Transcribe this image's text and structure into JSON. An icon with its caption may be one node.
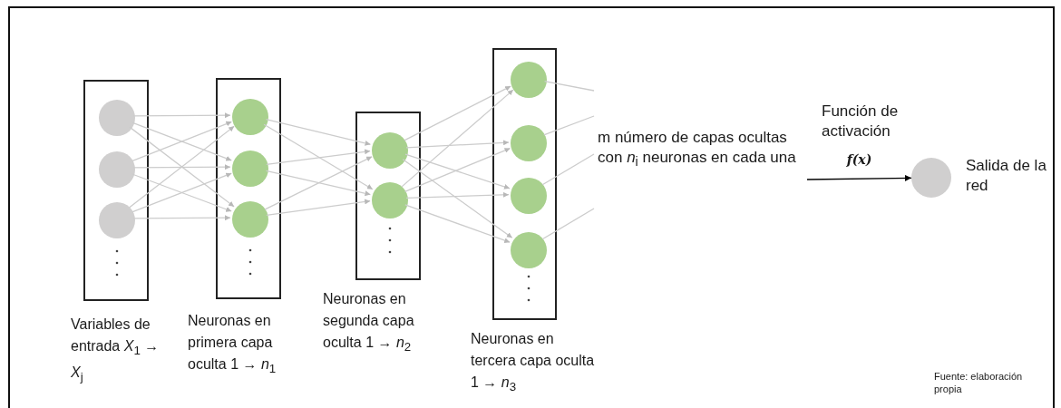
{
  "diagram": {
    "nodes": [
      {
        "text": [
          "Variables de entrada *X*$_{1}$ → *X*$_{j}$"
        ]
      },
      {
        "text": [],
        "shape": "circle",
        "in": 0
      },
      {
        "text": [],
        "shape": "circle",
        "in": 0
      },
      {
        "text": [],
        "shape": "circle",
        "in": 0
      },
      {
        "text": [
          "Neuronas en primera capa oculta 1 → *n*$_{1}$"
        ]
      },
      {
        "text": [],
        "shape": "circle",
        "in": 4
      },
      {
        "text": [],
        "shape": "circle",
        "in": 4
      },
      {
        "text": [],
        "shape": "circle",
        "in": 4
      },
      {
        "text": [
          "Neuronas en segunda capa oculta 1 → *n*$_{2}$"
        ]
      },
      {
        "text": [],
        "shape": "circle",
        "in": 8
      },
      {
        "text": [],
        "shape": "circle",
        "in": 8
      },
      {
        "text": [
          "Neuronas en tercera capa oculta 1 → *n*$_{3}$"
        ]
      },
      {
        "text": [],
        "shape": "circle",
        "in": 11
      },
      {
        "text": [],
        "shape": "circle",
        "in": 11
      },
      {
        "text": [],
        "shape": "circle",
        "in": 11
      },
      {
        "text": [],
        "shape": "circle",
        "in": 11
      },
      {
        "text": [
          "m número de capas ocultas con *n*$_{i}$ neuronas en cada una"
        ]
      },
      {
        "text": [],
        "shape": "circle",
        "beside": [
          "Salida de la red"
        ]
      }
    ],
    "edges": [
      {
        "from": 1,
        "to": 5,
        "arrow": "to"
      },
      {
        "from": 1,
        "to": 6,
        "arrow": "to"
      },
      {
        "from": 1,
        "to": 7,
        "arrow": "to"
      },
      {
        "from": 2,
        "to": 5,
        "arrow": "to"
      },
      {
        "from": 2,
        "to": 6,
        "arrow": "to"
      },
      {
        "from": 2,
        "to": 7,
        "arrow": "to"
      },
      {
        "from": 3,
        "to": 5,
        "arrow": "to"
      },
      {
        "from": 3,
        "to": 6,
        "arrow": "to"
      },
      {
        "from": 3,
        "to": 7,
        "arrow": "to"
      },
      {
        "from": 5,
        "to": 9,
        "arrow": "to"
      },
      {
        "from": 5,
        "to": 10,
        "arrow": "to"
      },
      {
        "from": 6,
        "to": 9,
        "arrow": "to"
      },
      {
        "from": 6,
        "to": 10,
        "arrow": "to"
      },
      {
        "from": 7,
        "to": 9,
        "arrow": "to"
      },
      {
        "from": 7,
        "to": 10,
        "arrow": "to"
      },
      {
        "from": 9,
        "to": 12,
        "arrow": "to"
      },
      {
        "from": 9,
        "to": 13,
        "arrow": "to"
      },
      {
        "from": 9,
        "to": 14,
        "arrow": "to"
      },
      {
        "from": 9,
        "to": 15,
        "arrow": "to"
      },
      {
        "from": 10,
        "to": 12,
        "arrow": "to"
      },
      {
        "from": 10,
        "to": 13,
        "arrow": "to"
      },
      {
        "from": 10,
        "to": 14,
        "arrow": "to"
      },
      {
        "from": 10,
        "to": 15,
        "arrow": "to"
      },
      {
        "from": 12,
        "to": 16,
        "arrow": "none"
      },
      {
        "from": 13,
        "to": 16,
        "arrow": "none"
      },
      {
        "from": 14,
        "to": 16,
        "arrow": "none"
      },
      {
        "from": 15,
        "to": 16,
        "arrow": "none"
      },
      {
        "from": 16,
        "to": 17,
        "arrow": "to",
        "label": "f(x)",
        "color": "#000000"
      }
    ],
    "labels": [
      "Función de activación",
      "Fuente: elaboración propia"
    ]
  }
}
